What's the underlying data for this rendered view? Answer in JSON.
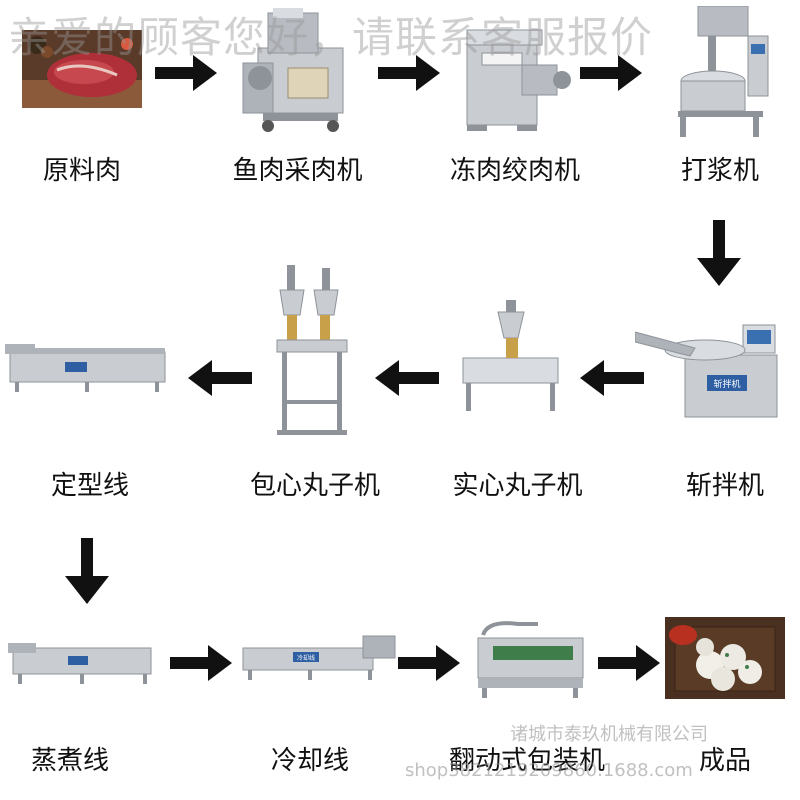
{
  "watermark_top": "亲爱的顾客您好，请联系客服报价",
  "watermark_company": "诸城市泰玖机械有限公司",
  "watermark_shop": "shop3821219209860.1688.com",
  "steps": [
    {
      "label": "原料肉"
    },
    {
      "label": "鱼肉采肉机"
    },
    {
      "label": "冻肉绞肉机"
    },
    {
      "label": "打浆机"
    },
    {
      "label": "斩拌机"
    },
    {
      "label": "实心丸子机"
    },
    {
      "label": "包心丸子机"
    },
    {
      "label": "定型线"
    },
    {
      "label": "蒸煮线"
    },
    {
      "label": "冷却线"
    },
    {
      "label": "翻动式包装机"
    },
    {
      "label": "成品"
    }
  ],
  "machine_panels": {
    "chopper": "斩拌机",
    "cooling": "冷却线"
  },
  "colors": {
    "steel": "#c9ccd0",
    "steel_dark": "#8e9399",
    "arrow": "#111111",
    "meat": "#b0303a",
    "green_belt": "#3f7d4a"
  }
}
